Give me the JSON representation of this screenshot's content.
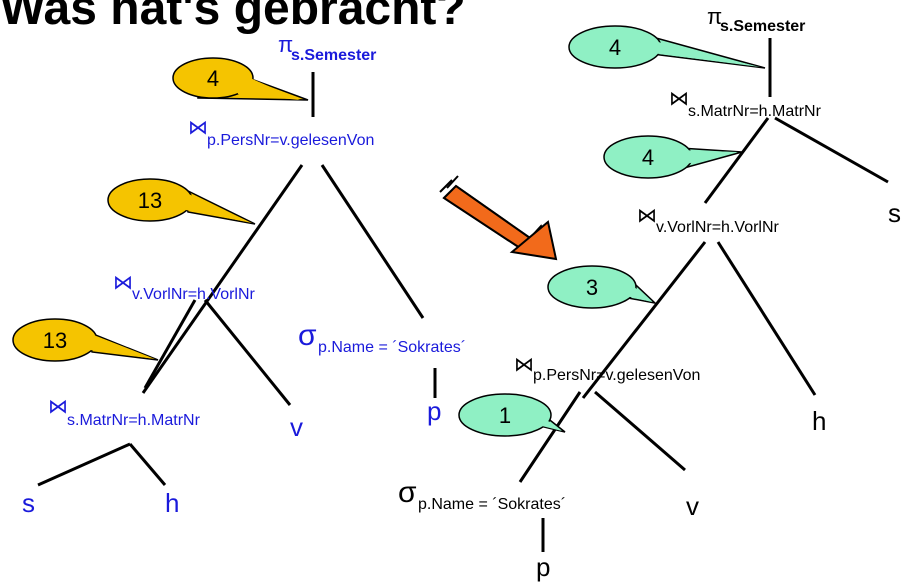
{
  "title": "Was hat's gebracht?",
  "symbols": {
    "projection": "π",
    "join": "⋈",
    "selection": "σ"
  },
  "colors": {
    "left_tree": "#1a1adb",
    "right_tree": "#000000",
    "left_bubble": "#f5c400",
    "right_bubble": "#8ff0c4",
    "arrow": "#f26a1b"
  },
  "left_tree": {
    "projection": "s.Semester",
    "join_top": "p.PersNr=v.gelesenVon",
    "join_mid": "v.VorlNr=h.VorlNr",
    "join_bottom": "s.MatrNr=h.MatrNr",
    "selection": "p.Name = ´Sokrates´",
    "leaf_s": "s",
    "leaf_h": "h",
    "leaf_v": "v",
    "leaf_p": "p",
    "bubble_top": "4",
    "bubble_mid": "13",
    "bubble_bottom": "13"
  },
  "right_tree": {
    "projection": "s.Semester",
    "join_top": "s.MatrNr=h.MatrNr",
    "join_mid": "v.VorlNr=h.VorlNr",
    "join_bottom": "p.PersNr=v.gelesenVon",
    "selection": "p.Name = ´Sokrates´",
    "leaf_s": "s",
    "leaf_h": "h",
    "leaf_v": "v",
    "leaf_p": "p",
    "bubble_1": "4",
    "bubble_2": "4",
    "bubble_3": "3",
    "bubble_4": "1"
  }
}
